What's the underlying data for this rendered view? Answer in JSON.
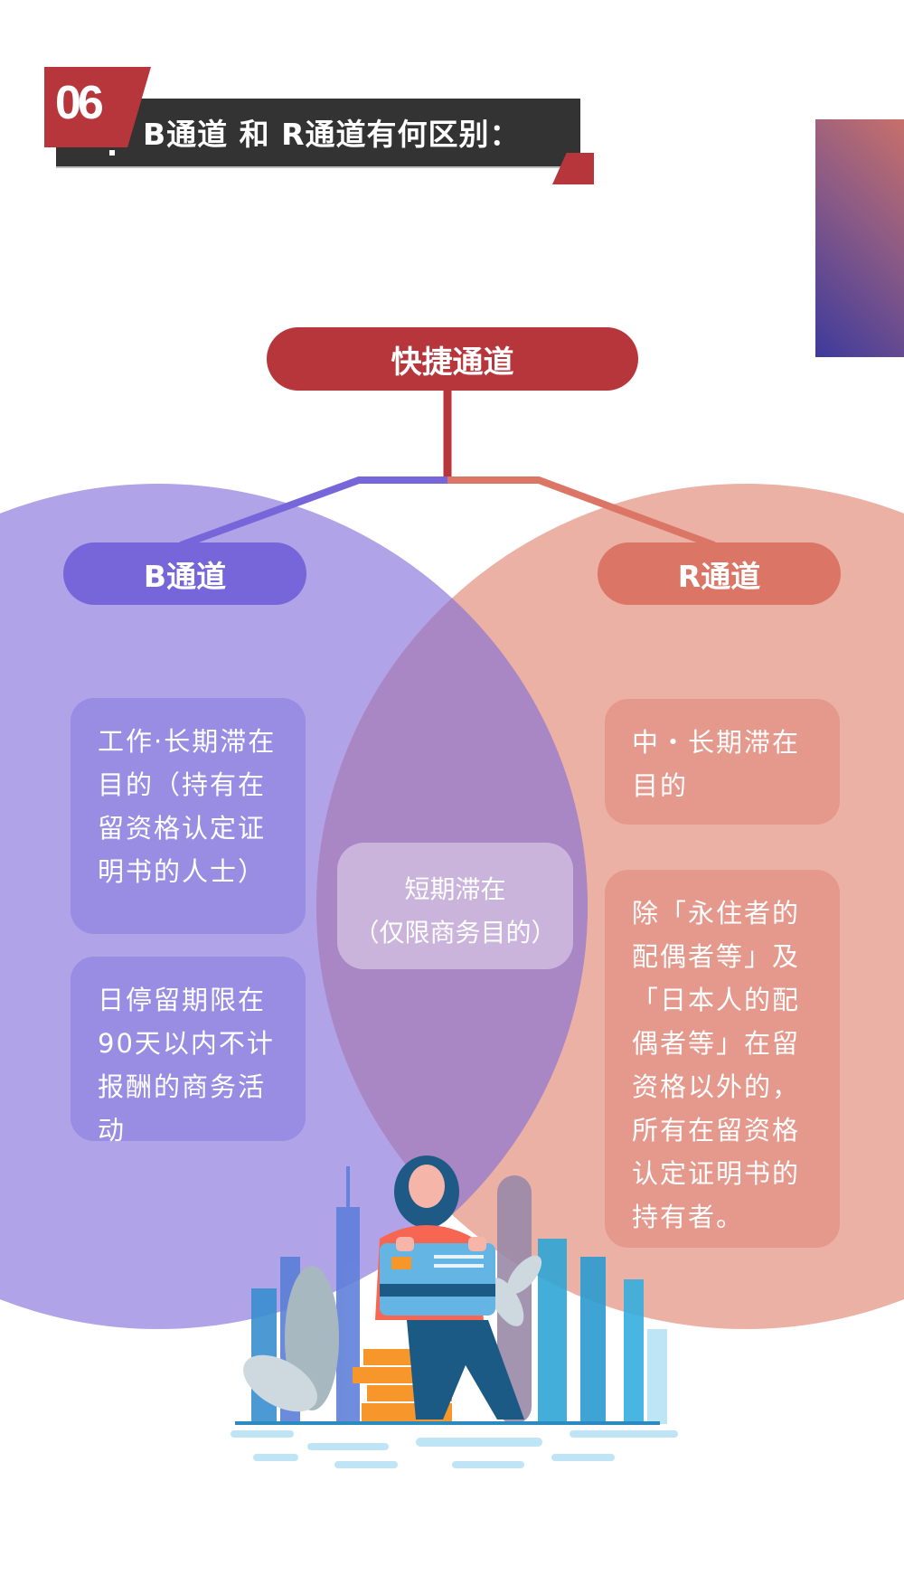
{
  "header": {
    "number": "06",
    "title": "B通道 和 R通道有何区别："
  },
  "diagram": {
    "root": {
      "label": "快捷通道",
      "color": "#b7363b"
    },
    "left": {
      "label": "B通道",
      "color": "#7766d9",
      "items": [
        "工作·长期滞在目的（持有在留资格认定证明书的人士）",
        "日停留期限在90天以内不计报酬的商务活动"
      ]
    },
    "right": {
      "label": "R通道",
      "color": "#db7565",
      "items": [
        "中・长期滞在目的",
        "除「永住者的配偶者等」及「日本人的配偶者等」在留资格以外的，所有在留资格认定证明书的持有者。"
      ]
    },
    "overlap": {
      "line1": "短期滞在",
      "line2": "（仅限商务目的）"
    }
  },
  "illustration": {
    "subject": "woman-holding-credit-card-city-skyline"
  },
  "colors": {
    "accent_red": "#b7363b",
    "header_dark": "#333333",
    "b_purple": "#7766d9",
    "r_salmon": "#db7565"
  }
}
